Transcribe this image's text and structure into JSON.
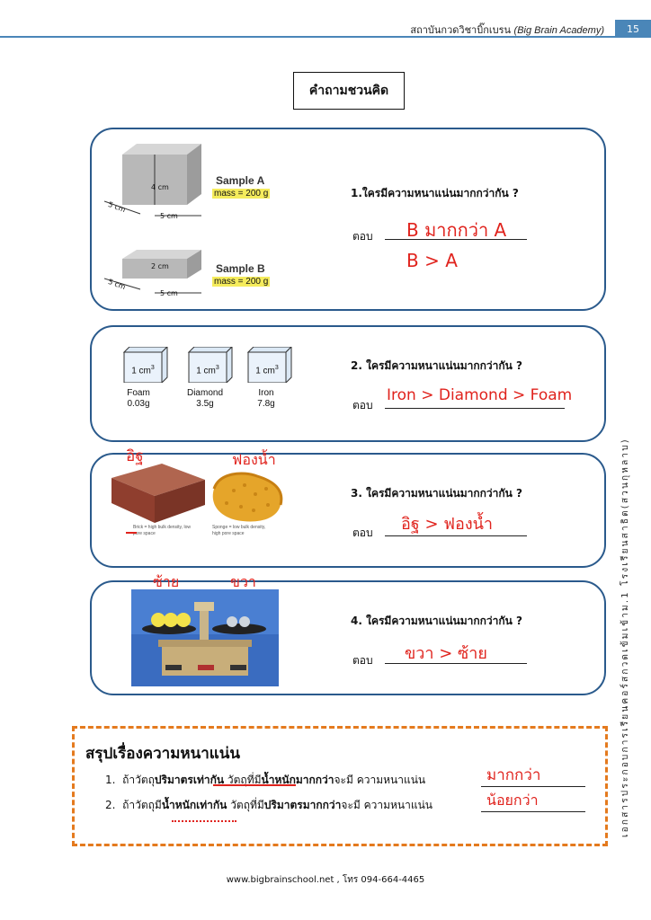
{
  "header": {
    "title_th": "สถาบันกวดวิชาบิ๊กเบรน",
    "title_en": "(Big Brain Academy)",
    "page_number": "15"
  },
  "section_title": "คำถามชวนคิด",
  "samples": {
    "a": {
      "name": "Sample A",
      "mass": "mass = 200 g",
      "height": "4 cm",
      "depth": "5 cm",
      "width": "5 cm"
    },
    "b": {
      "name": "Sample B",
      "mass": "mass = 200 g",
      "height": "2 cm",
      "depth": "5 cm",
      "width": "5 cm"
    }
  },
  "cubes": [
    {
      "volume": "1 cm",
      "exp": "3",
      "name": "Foam",
      "mass": "0.03g"
    },
    {
      "volume": "1 cm",
      "exp": "3",
      "name": "Diamond",
      "mass": "3.5g"
    },
    {
      "volume": "1 cm",
      "exp": "3",
      "name": "Iron",
      "mass": "7.8g"
    }
  ],
  "q3_captions": {
    "brick": "Brick = high bulk density, low pore space",
    "sponge": "Sponge = low bulk density, high pore space"
  },
  "answer_label": "ตอบ",
  "questions": [
    {
      "text": "1.ใครมีความหนาแน่นมากกว่ากัน ?",
      "answer_line1": "B  มากกว่า  A",
      "answer_line2": "B  >  A"
    },
    {
      "text": "2. ใครมีความหนาแน่นมากกว่ากัน ?",
      "answer_line1": "Iron > Diamond > Foam"
    },
    {
      "text": "3. ใครมีความหนาแน่นมากกว่ากัน ?",
      "answer_line1": "อิฐ  >  ฟองน้ำ",
      "label_left": "อิฐ",
      "label_right": "ฟองน้ำ"
    },
    {
      "text": "4. ใครมีความหนาแน่นมากกว่ากัน ?",
      "answer_line1": "ขวา  >  ซ้าย",
      "label_left": "ซ้าย",
      "label_right": "ขวา"
    }
  ],
  "side_text": "เอกสารประกอบการเรียนคอร์สกวดเข้มเข้าม.1 โรงเรียนสาธิต(สวนกุหลาบ)",
  "summary": {
    "title": "สรุปเรื่องความหนาแน่น",
    "row1": {
      "num": "1.",
      "p1": "ถ้าวัตถุ",
      "b1": "ปริมาตรเท่ากัน",
      "p2": " วัตถุที่มี",
      "b2": "น้ำหนักมากกว่า",
      "p3": "จะมี  ความหนาแน่น",
      "answer": "มากกว่า"
    },
    "row2": {
      "num": "2.",
      "p1": "ถ้าวัตถุมี",
      "b1": "น้ำหนักเท่ากัน",
      "p2": " วัตถุที่มี",
      "b2": "ปริมาตรมากกว่า",
      "p3": "จะมี  ความหนาแน่น",
      "answer": "น้อยกว่า"
    }
  },
  "footer": "www.bigbrainschool.net , โทร 094-664-4465",
  "colors": {
    "accent_blue": "#4a86b8",
    "card_border": "#2a5a8c",
    "handwriting": "#e0231d",
    "summary_border": "#e47a1e"
  }
}
